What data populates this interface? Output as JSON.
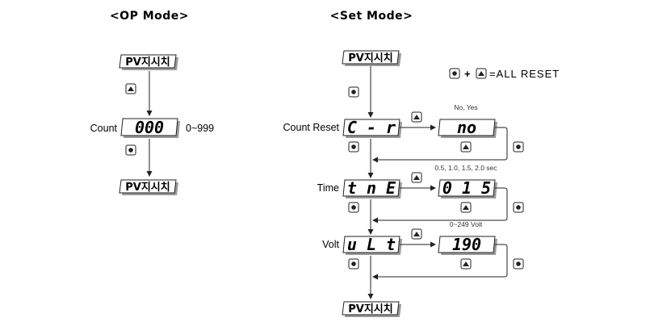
{
  "op_mode": {
    "title": "<OP Mode>",
    "pv_top": "PV지시치",
    "pv_bottom": "PV지시치",
    "count_label": "Count",
    "count_display": "000",
    "count_range": "0~999",
    "up_key": "up-key-icon",
    "set_key": "set-key-icon"
  },
  "set_mode": {
    "title": "<Set Mode>",
    "pv_top": "PV지시치",
    "pv_bottom": "PV지시치",
    "all_reset_label": "=ALL RESET",
    "plus": "+",
    "rows": [
      {
        "label": "Count Reset",
        "code": "C - r",
        "value": "no",
        "options": "No, Yes"
      },
      {
        "label": "Time",
        "code": "t n E",
        "value": "0 1 5",
        "options": "0.5, 1.0, 1.5, 2.0 sec"
      },
      {
        "label": "Volt",
        "code": "u L t",
        "value": "190",
        "options": "0~249 Volt"
      }
    ]
  },
  "colors": {
    "line": "#222222",
    "shadow": "#9a9a9a",
    "background": "#ffffff"
  }
}
